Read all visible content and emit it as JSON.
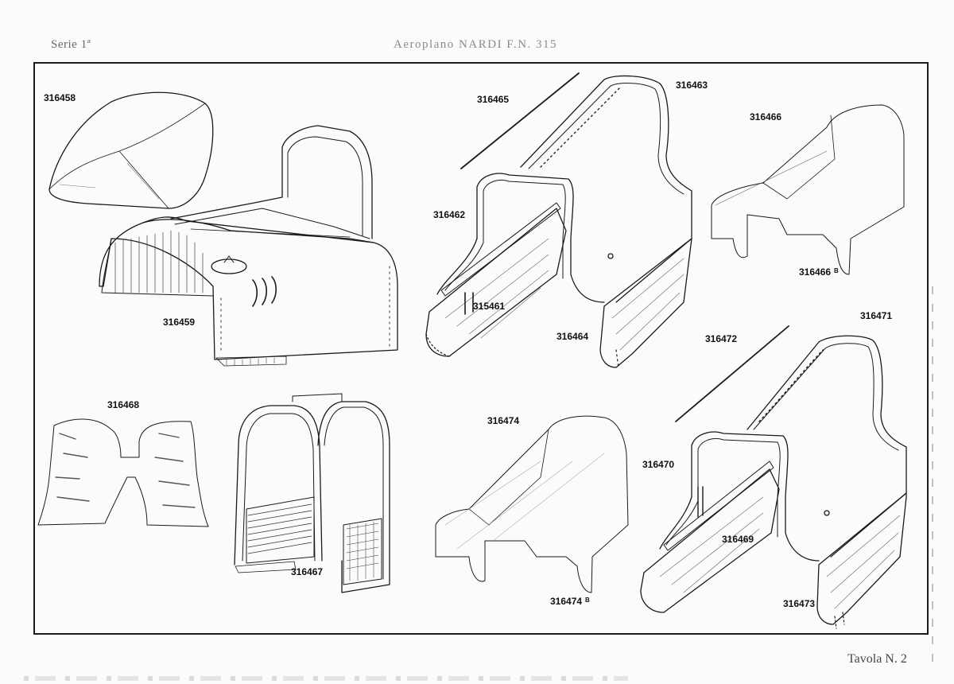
{
  "header": {
    "series": "Serie 1ª",
    "title": "Aeroplano NARDI F.N. 315"
  },
  "footer": {
    "plate": "Tavola N. 2"
  },
  "parts": [
    {
      "id": "p316458",
      "code": "316458",
      "suffix": ""
    },
    {
      "id": "p316459",
      "code": "316459",
      "suffix": ""
    },
    {
      "id": "p316465",
      "code": "316465",
      "suffix": ""
    },
    {
      "id": "p316463",
      "code": "316463",
      "suffix": ""
    },
    {
      "id": "p316462",
      "code": "316462",
      "suffix": ""
    },
    {
      "id": "p315461",
      "code": "315461",
      "suffix": ""
    },
    {
      "id": "p316464",
      "code": "316464",
      "suffix": ""
    },
    {
      "id": "p316466",
      "code": "316466",
      "suffix": ""
    },
    {
      "id": "p316466b",
      "code": "316466",
      "suffix": "B"
    },
    {
      "id": "p316471",
      "code": "316471",
      "suffix": ""
    },
    {
      "id": "p316472",
      "code": "316472",
      "suffix": ""
    },
    {
      "id": "p316468",
      "code": "316468",
      "suffix": ""
    },
    {
      "id": "p316467",
      "code": "316467",
      "suffix": ""
    },
    {
      "id": "p316474",
      "code": "316474",
      "suffix": ""
    },
    {
      "id": "p316474b",
      "code": "316474",
      "suffix": "B"
    },
    {
      "id": "p316470",
      "code": "316470",
      "suffix": ""
    },
    {
      "id": "p316469",
      "code": "316469",
      "suffix": ""
    },
    {
      "id": "p316473",
      "code": "316473",
      "suffix": ""
    }
  ]
}
